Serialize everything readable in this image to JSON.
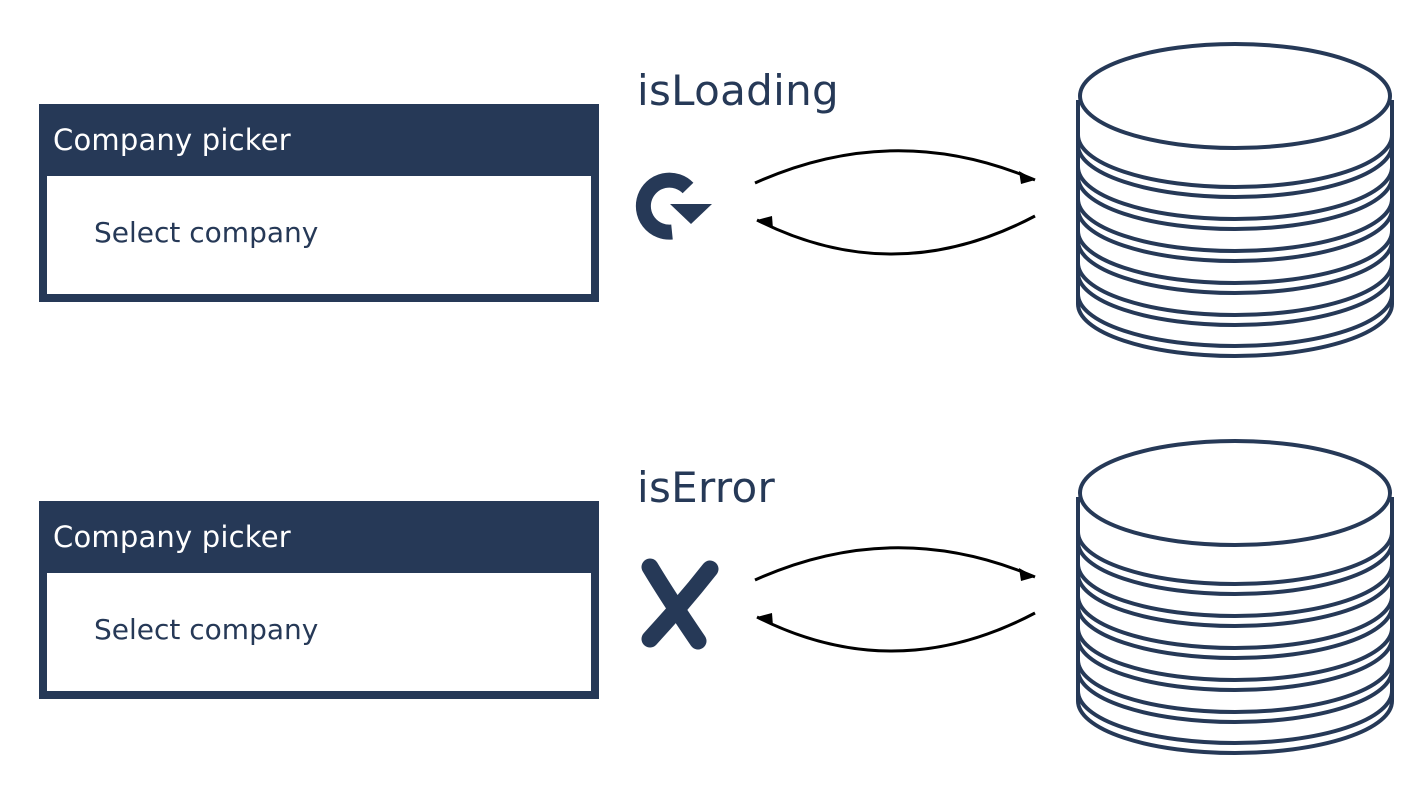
{
  "diagram": {
    "loading_state": {
      "picker_title": "Company picker",
      "picker_placeholder": "Select company",
      "state_label": "isLoading",
      "icon": "refresh-icon"
    },
    "error_state": {
      "picker_title": "Company picker",
      "picker_placeholder": "Select company",
      "state_label": "isError",
      "icon": "cross-icon"
    }
  },
  "colors": {
    "primary": "#263957",
    "background": "#ffffff",
    "arrow": "#000000"
  }
}
